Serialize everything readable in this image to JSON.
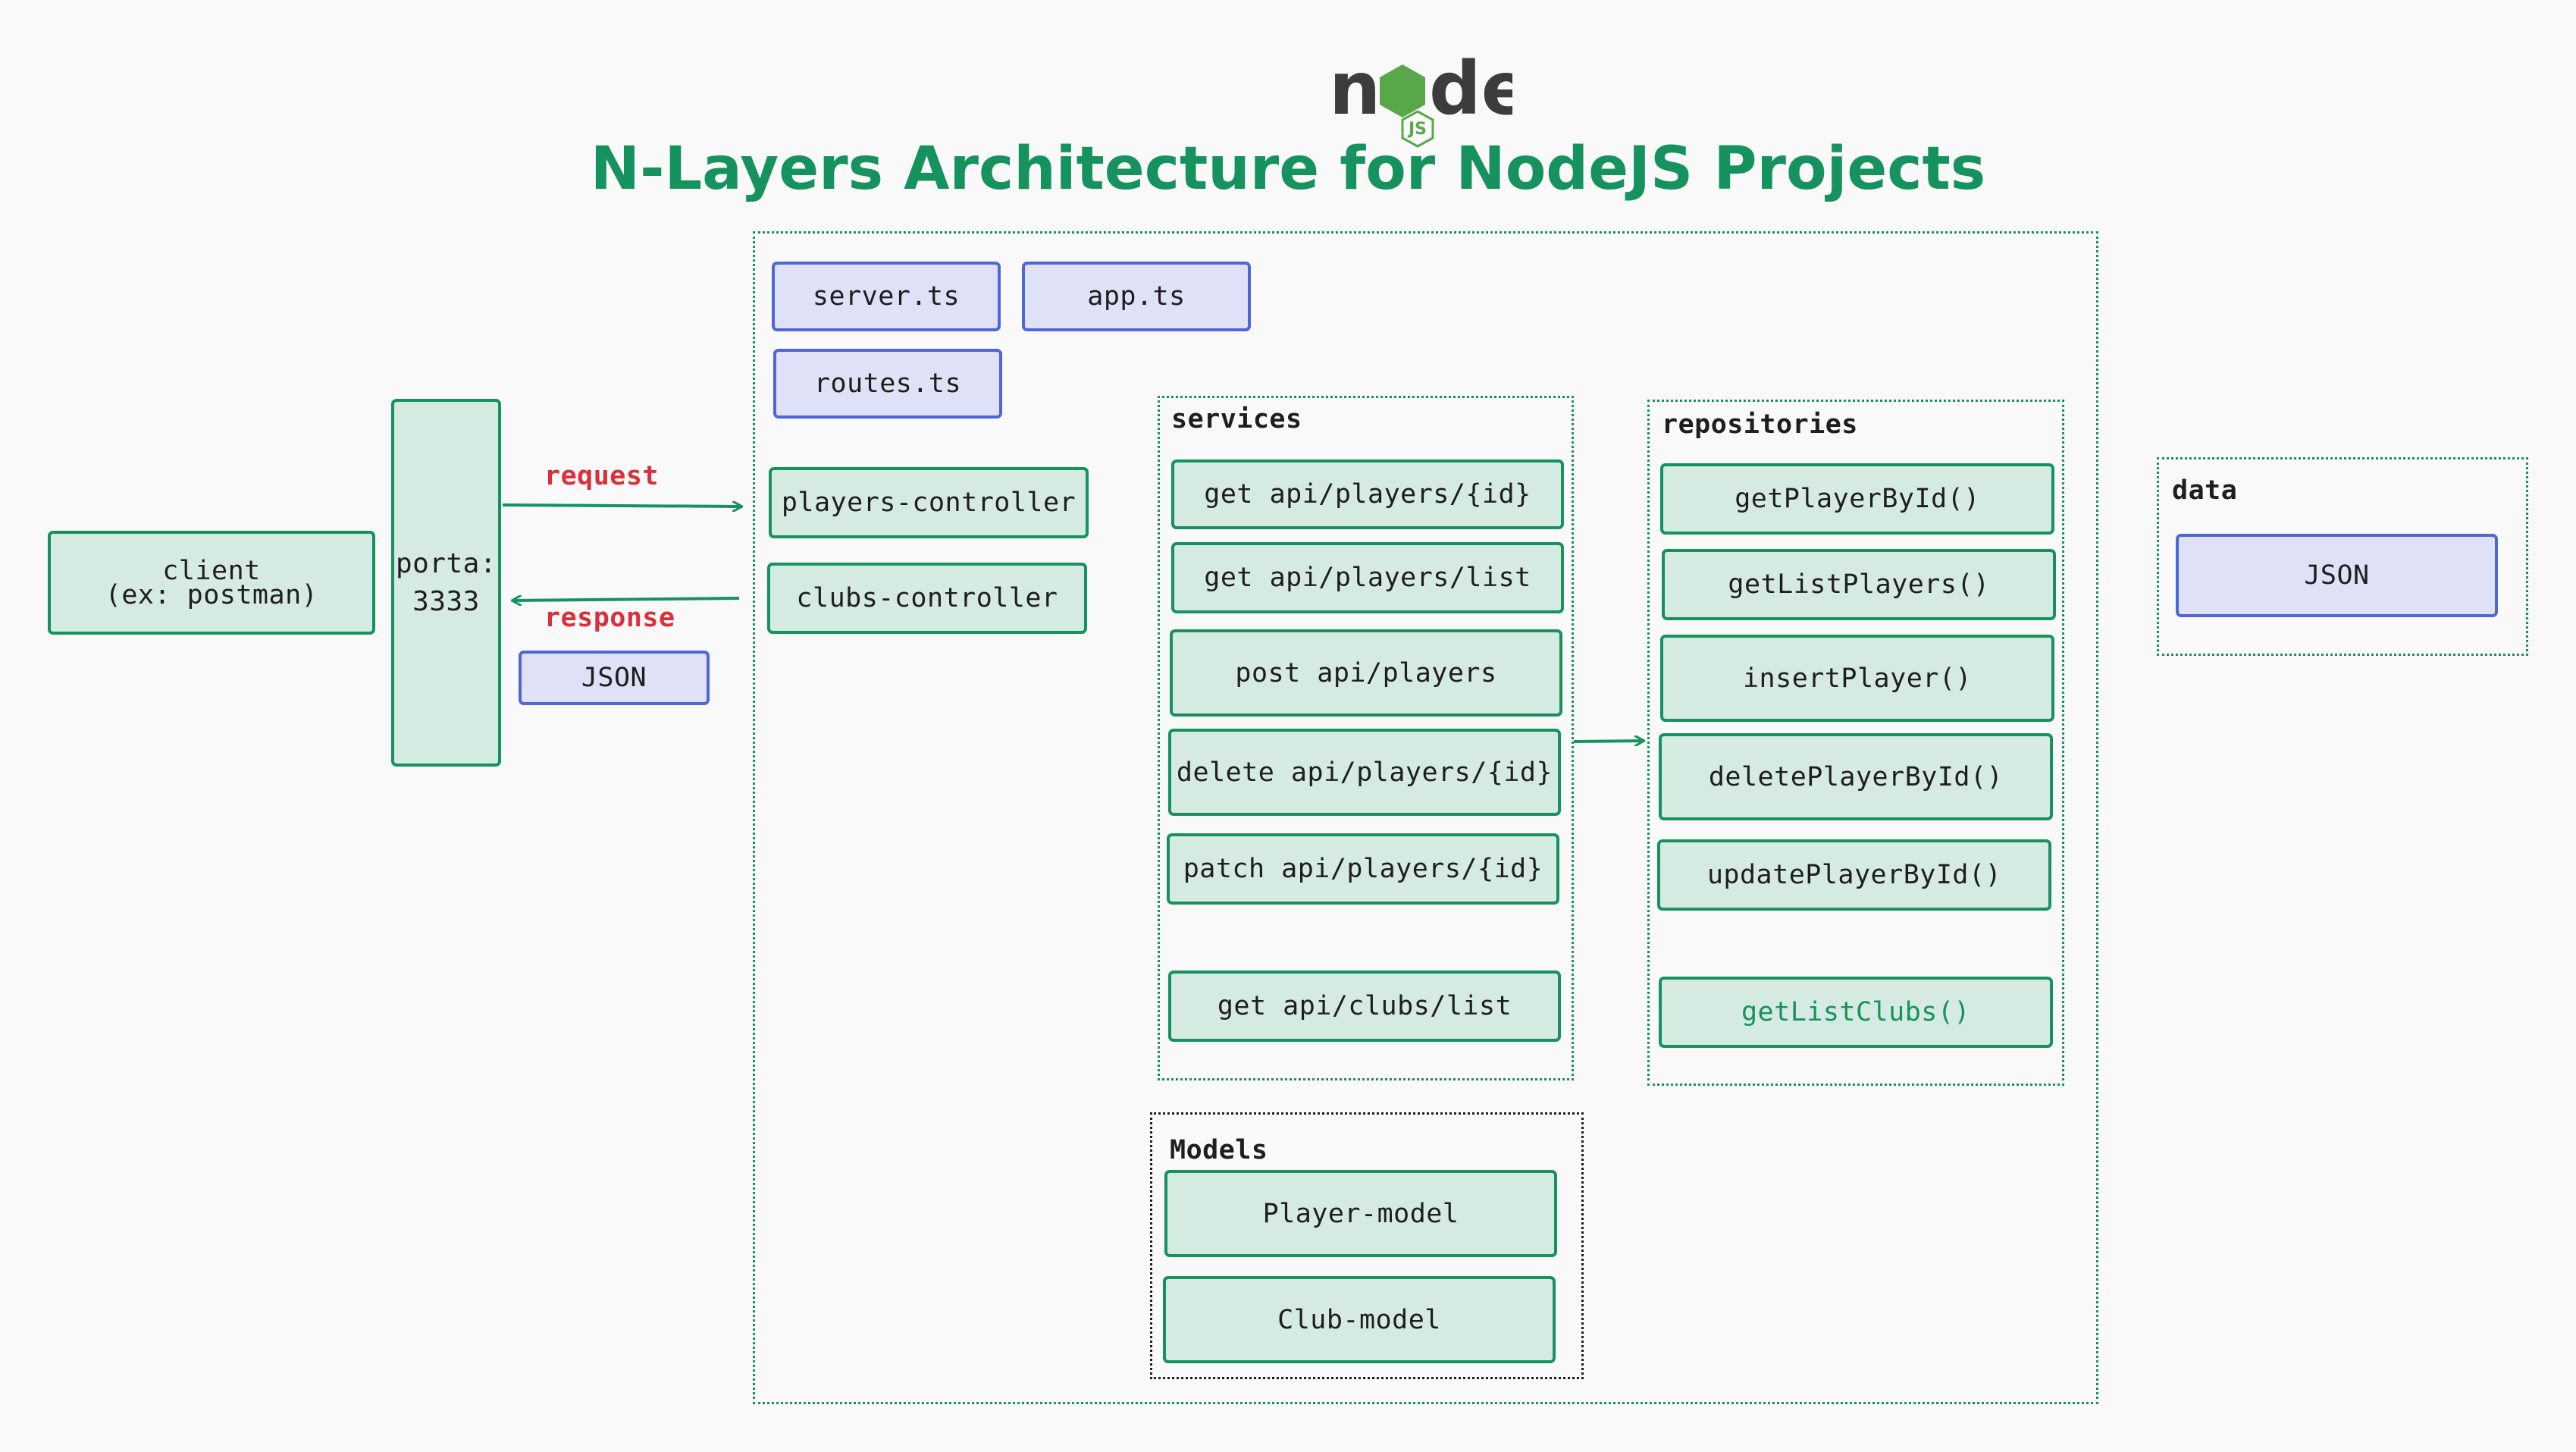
{
  "colors": {
    "green_border": "#16925f",
    "green_fill": "#d5ebe1",
    "blue_border": "#4f66d8",
    "blue_fill": "#dfe1f6",
    "red_text": "#d9303c",
    "background": "#f9f9f9"
  },
  "logo": {
    "icon": "nodejs-logo",
    "word_left": "n",
    "word_right": "de",
    "badge": "JS"
  },
  "title": "N-Layers Architecture for NodeJS Projects",
  "client": {
    "line1": "client",
    "line2": "(ex: postman)"
  },
  "porta": {
    "line1": "porta:",
    "line2": "3333"
  },
  "flow": {
    "request": "request",
    "response": "response",
    "json": "JSON"
  },
  "app_files": {
    "server": "server.ts",
    "app": "app.ts",
    "routes": "routes.ts"
  },
  "controllers": {
    "players": "players-controller",
    "clubs": "clubs-controller"
  },
  "services": {
    "label": "services",
    "items": [
      "get api/players/{id}",
      "get api/players/list",
      "post api/players",
      "delete api/players/{id}",
      "patch api/players/{id}",
      "get api/clubs/list"
    ]
  },
  "repositories": {
    "label": "repositories",
    "items": [
      "getPlayerById()",
      "getListPlayers()",
      "insertPlayer()",
      "deletePlayerById()",
      "updatePlayerById()",
      "getListClubs()"
    ]
  },
  "data_zone": {
    "label": "data",
    "json": "JSON"
  },
  "models": {
    "label": "Models",
    "items": [
      "Player-model",
      "Club-model"
    ]
  }
}
